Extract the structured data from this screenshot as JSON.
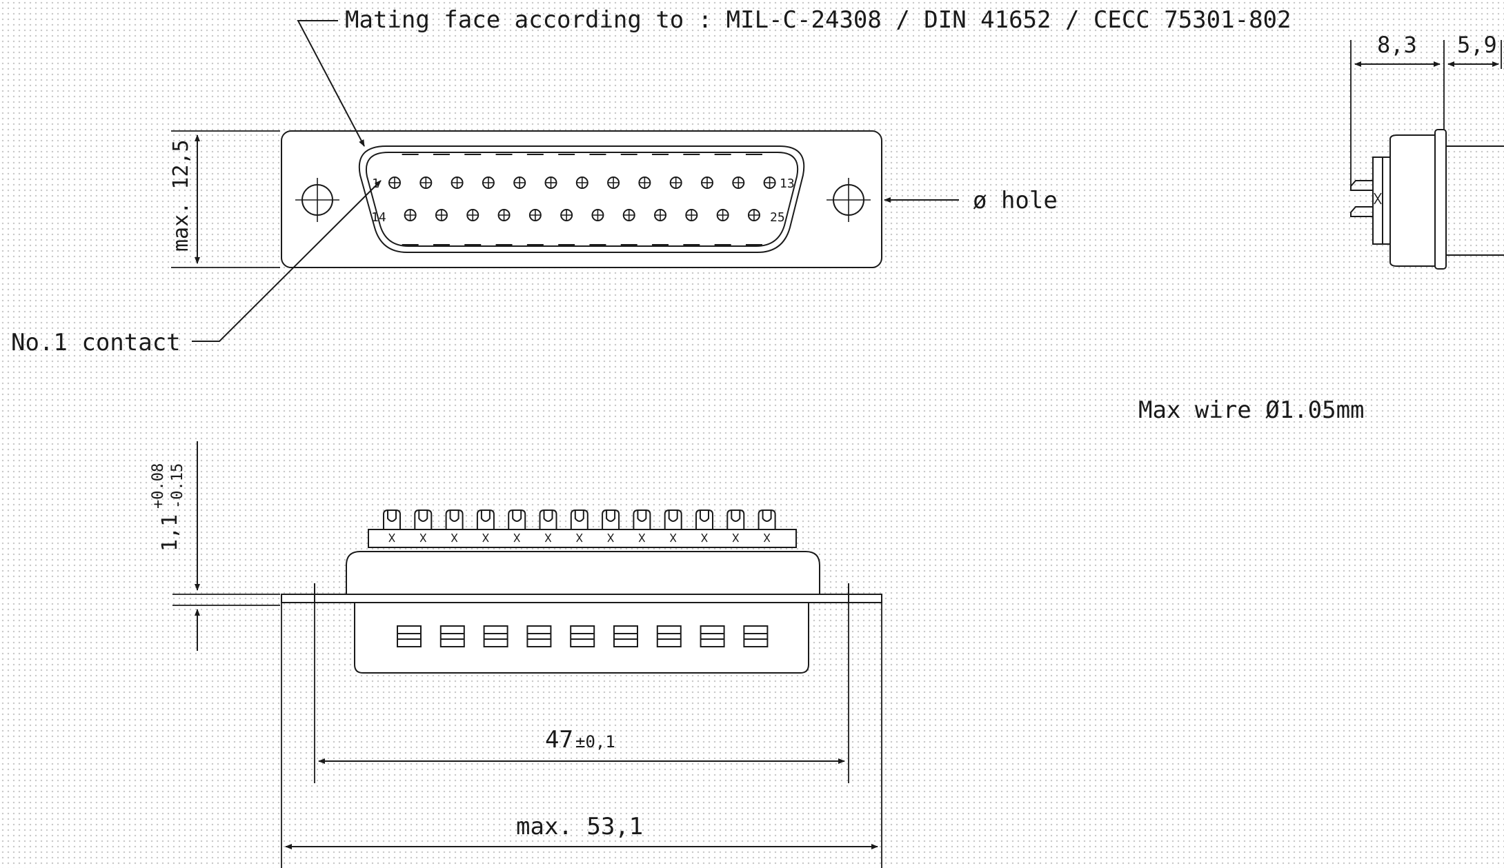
{
  "labels": {
    "mating_face": "Mating face according to : MIL-C-24308 / DIN 41652 / CECC 75301-802",
    "hole": "ø hole",
    "no1_contact": "No.1 contact",
    "max_wire": "Max wire Ø1.05mm",
    "max_height": "max. 12,5",
    "tol_main": "1,1",
    "tol_plus": "+0.08",
    "tol_minus": "-0.15",
    "pitch_value": "47",
    "pitch_tol": "±0,1",
    "max_width": "max. 53,1",
    "side_a": "8,3",
    "side_b": "5,9",
    "pin_1": "1",
    "pin_13": "13",
    "pin_14": "14",
    "pin_25": "25"
  },
  "connector": {
    "top_row_contacts": 13,
    "bottom_row_contacts": 12
  }
}
